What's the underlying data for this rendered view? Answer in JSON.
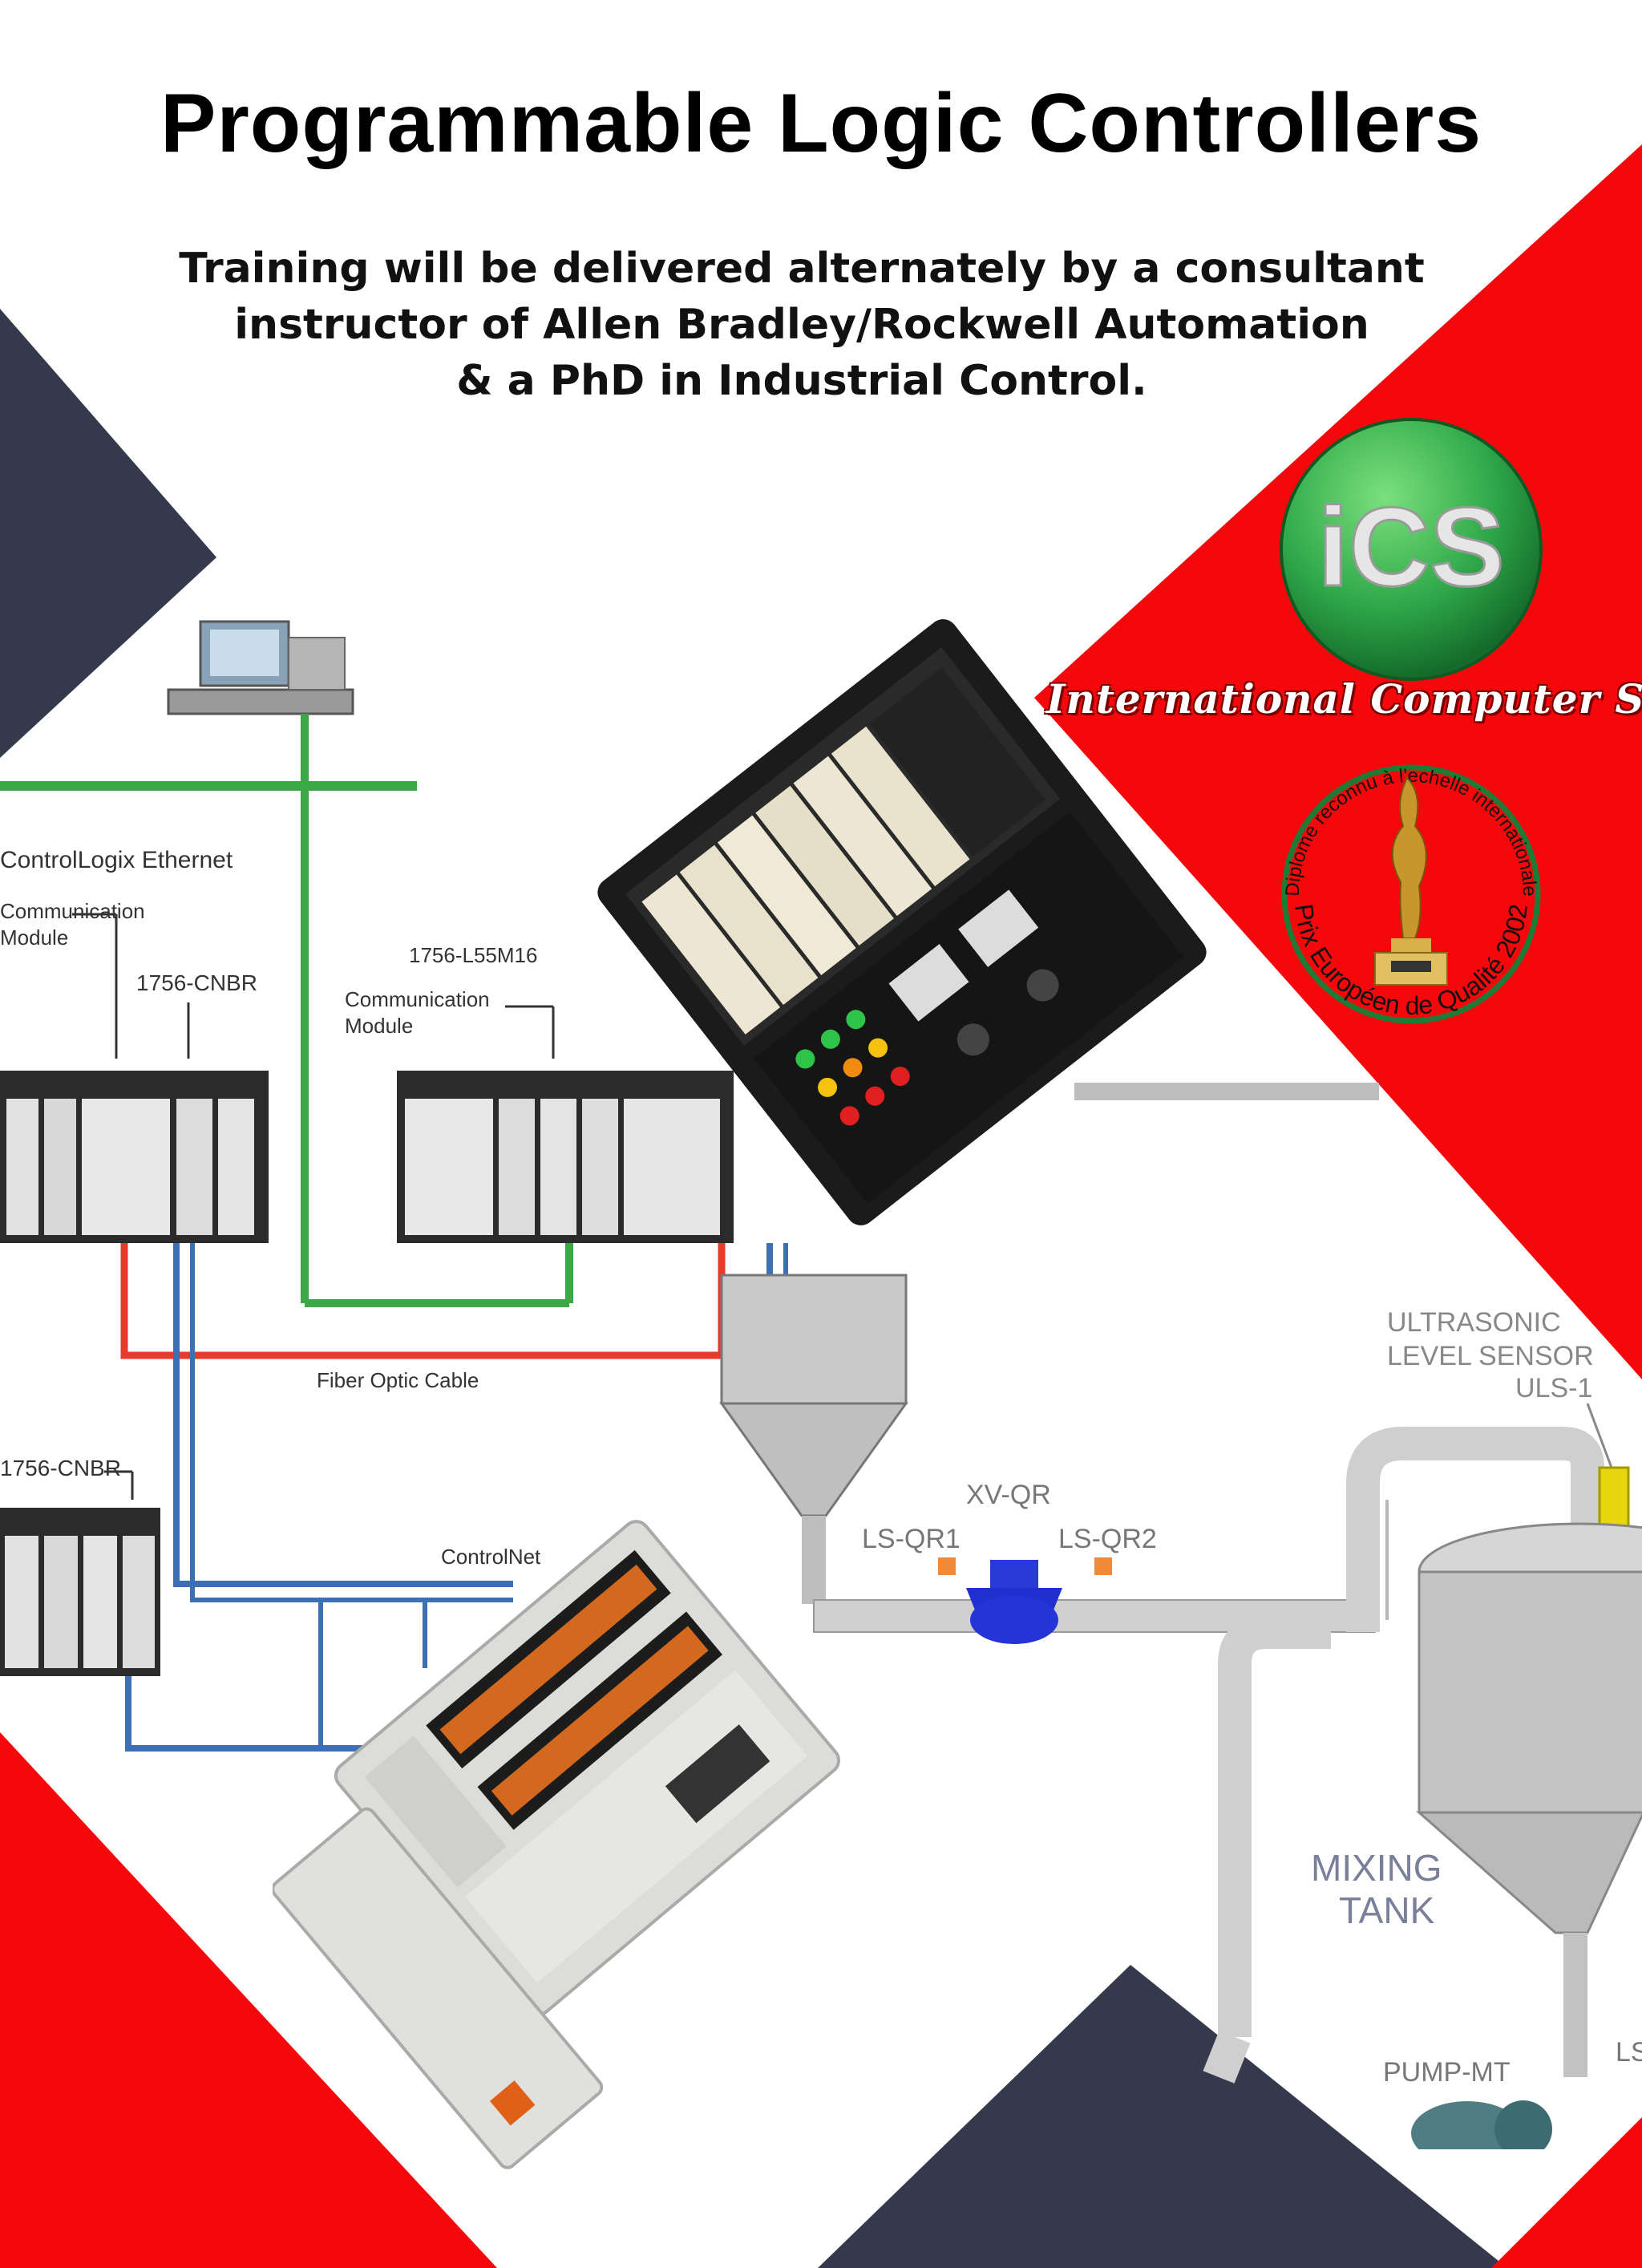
{
  "title": "Programmable Logic Controllers",
  "subtitle_lines": [
    "Training will be delivered alternately by a consultant",
    "instructor of Allen Bradley/Rockwell Automation",
    "& a PhD in Industrial Control."
  ],
  "logo": {
    "mark": "iCS",
    "company_name": "International Computer Services"
  },
  "award": {
    "arc_top": "Diplome reconnu à l'echelle internationale",
    "arc_bottom": "Prix Européen de Qualité 2002"
  },
  "network_diagram": {
    "ethernet_label": "ControlLogix Ethernet",
    "module_label_1a": "Communication",
    "module_label_1b": "Module",
    "module_label_2": "1756-CNBR",
    "module_label_3": "1756-L55M16",
    "module_label_4a": "Communication",
    "module_label_4b": "Module",
    "fiber_label": "Fiber Optic Cable",
    "module_label_5": "1756-CNBR",
    "controlnet_label": "ControlNet"
  },
  "process_diagram": {
    "valve_label": "XV-QR",
    "switch_left": "LS-QR1",
    "switch_right": "LS-QR2",
    "sensor_label_1": "ULTRASONIC",
    "sensor_label_2": "LEVEL SENSOR",
    "sensor_tag": "ULS-1",
    "tank_label_1": "MIXING",
    "tank_label_2": "TANK",
    "pump_label": "PUMP-MT",
    "edge_label": "LS"
  },
  "colors": {
    "red": "#f5080b",
    "navy": "#343a4c",
    "green_logo": "#2fa84a",
    "ethernet_green": "#3aa844",
    "fiber_red": "#e8392c",
    "controlnet_blue": "#3d6fb5"
  }
}
